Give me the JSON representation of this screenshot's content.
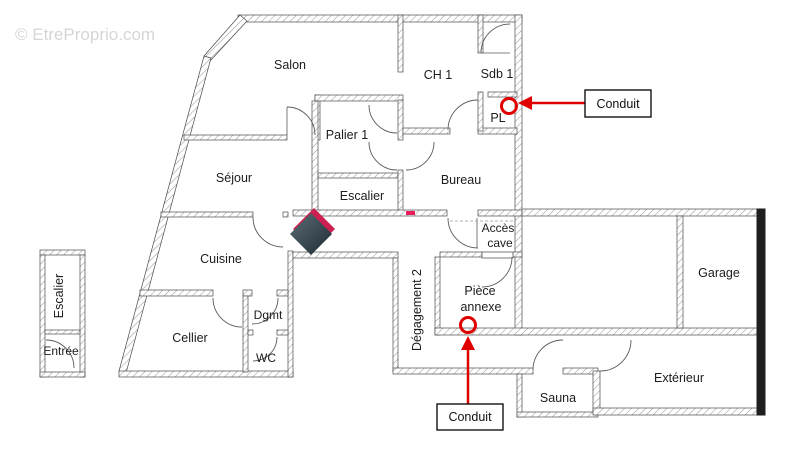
{
  "watermark": "© EtreProprio.com",
  "rooms": {
    "salon": "Salon",
    "ch1": "CH 1",
    "sdb1": "Sdb 1",
    "pl": "PL",
    "palier1": "Palier 1",
    "escalier_etage": "Escalier",
    "bureau": "Bureau",
    "sejour": "Séjour",
    "cuisine": "Cuisine",
    "acces_cave_l1": "Accès",
    "acces_cave_l2": "cave",
    "degagement2": "Dégagement 2",
    "piece_annexe_l1": "Pièce",
    "piece_annexe_l2": "annexe",
    "garage": "Garage",
    "exterieur": "Extérieur",
    "sauna": "Sauna",
    "cellier": "Cellier",
    "dgmt": "Dgmt",
    "wc": "WC",
    "escalier_rdc": "Escalier",
    "entree": "Entrée"
  },
  "annotations": {
    "conduit_top": "Conduit",
    "conduit_bottom": "Conduit"
  },
  "colors": {
    "annotation_red": "#e10000",
    "wall_marker_pink": "#ea1c5a",
    "wall_outline": "#4a4a4a",
    "hatch_gray": "#9c9c9c",
    "solid_wall_black": "#1f1f1f",
    "watermark_gray": "#d6d6d6",
    "diamond_dark": "#24323b",
    "diamond_light": "#5d6e78",
    "diamond_crimson": "#cb2050"
  }
}
